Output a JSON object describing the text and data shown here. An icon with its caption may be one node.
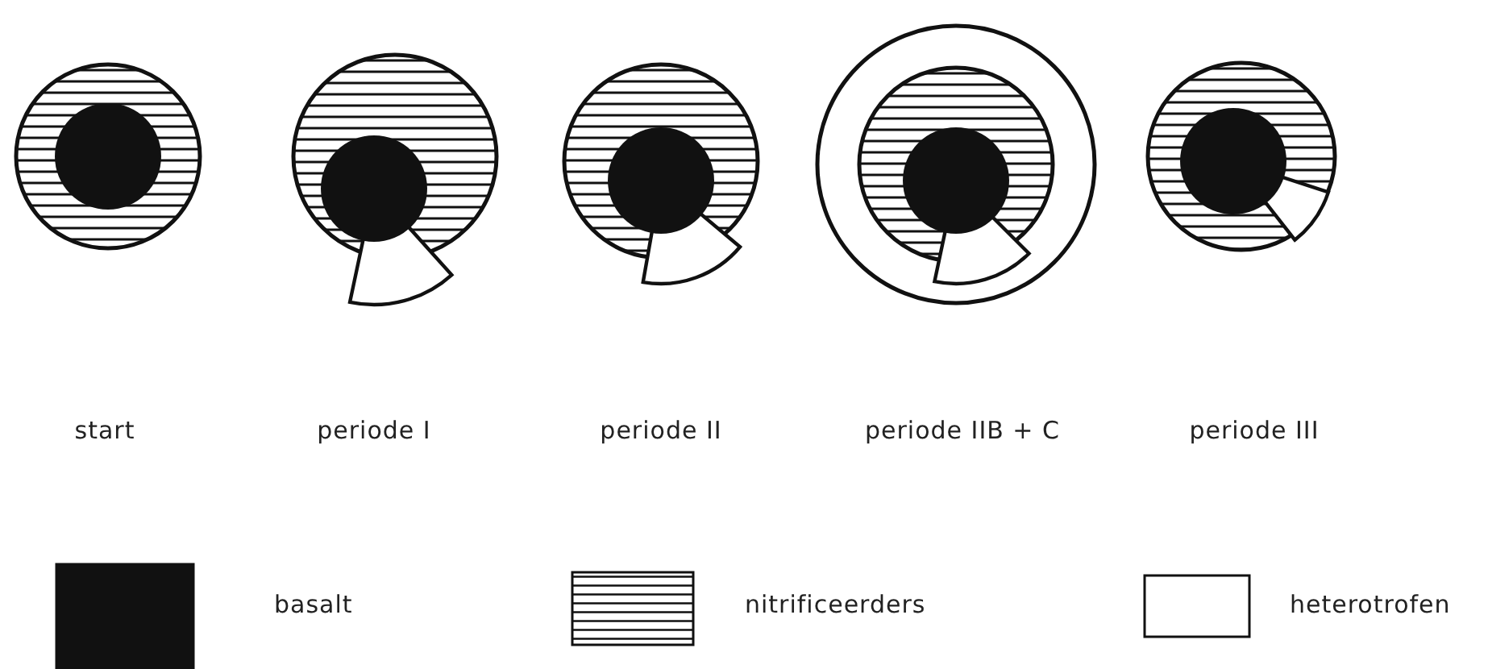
{
  "diagram": {
    "labels": [
      "start",
      "periode I",
      "periode II",
      "periode IIB + C",
      "periode III"
    ],
    "legend": [
      {
        "text": "basalt",
        "color": "#111111"
      },
      {
        "text": "nitrificeerders"
      },
      {
        "text": "heterotrofen",
        "color": "#ffffff"
      }
    ]
  }
}
